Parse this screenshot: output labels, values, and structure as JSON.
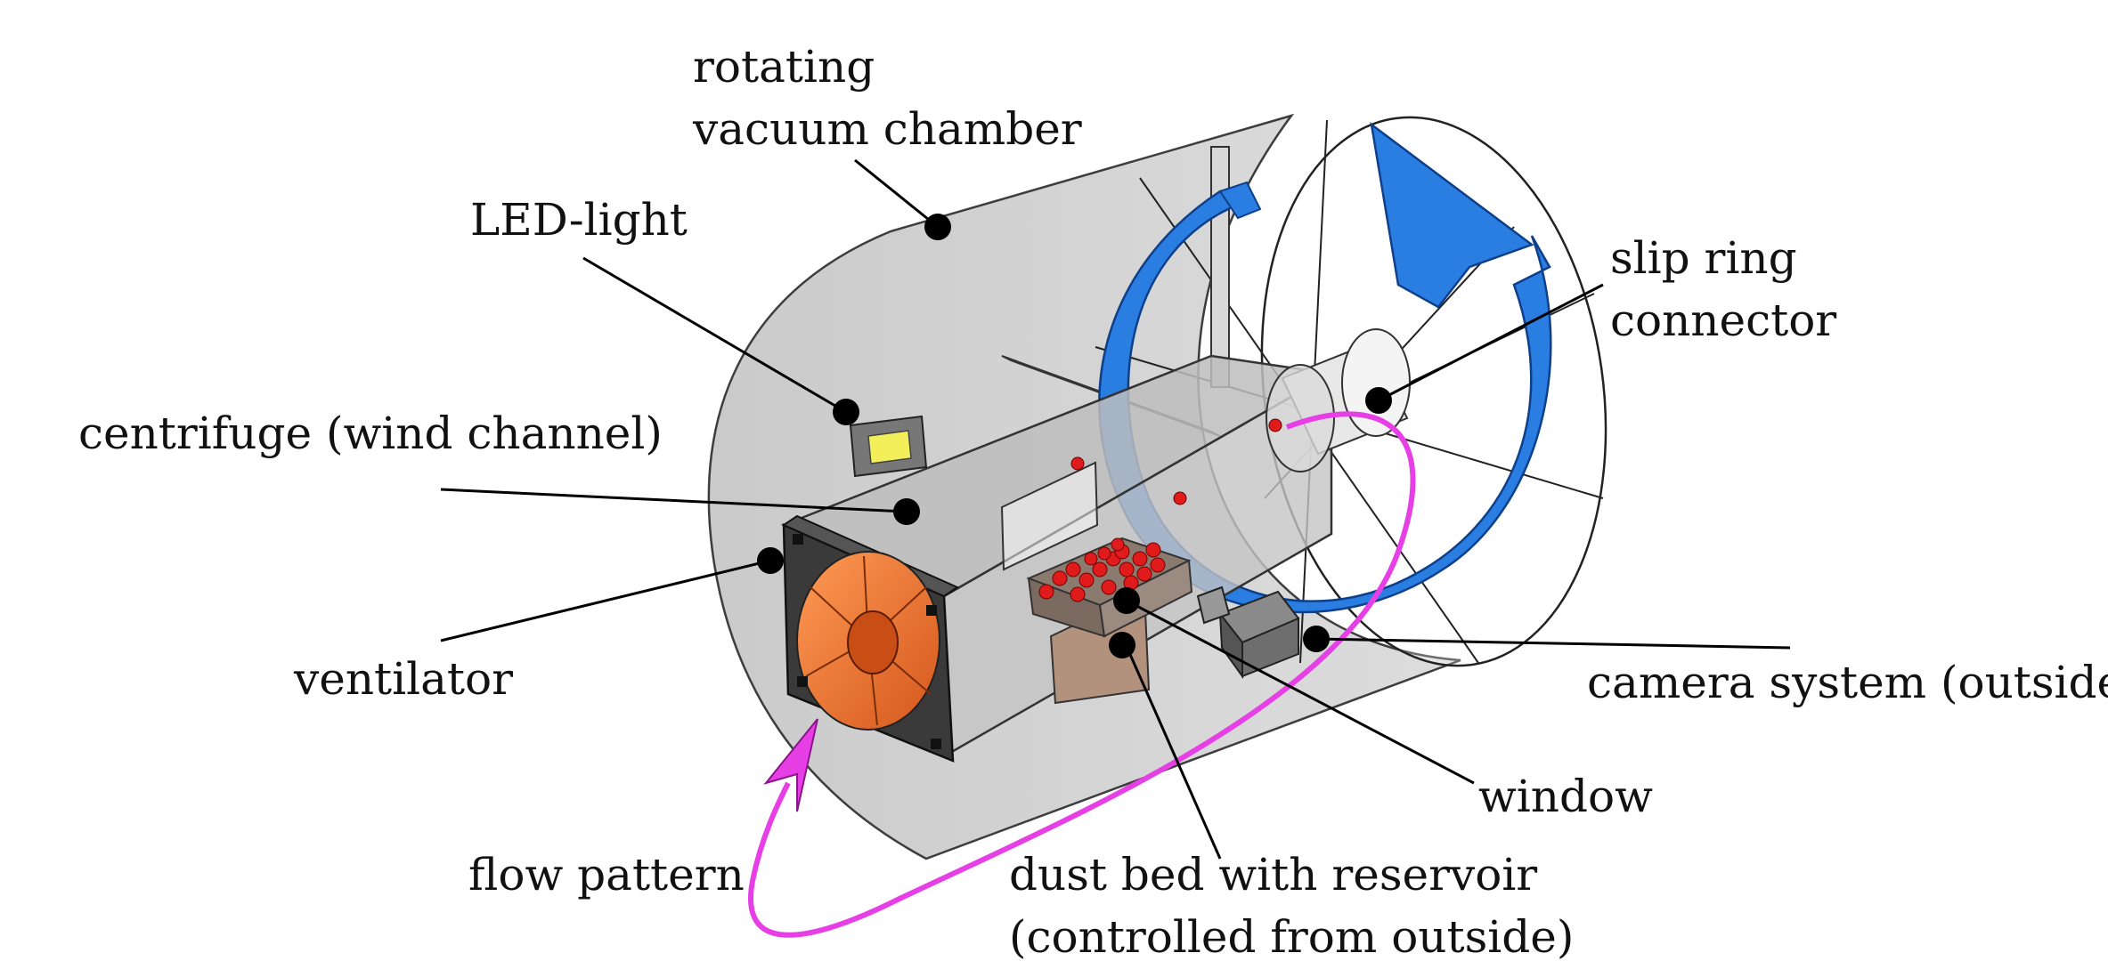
{
  "colors": {
    "chamber_fill": "#cfcfcf",
    "chamber_edge": "#333333",
    "arrow_blue": "#2a7de1",
    "flow_magenta": "#e63fe6",
    "fan_orange": "#f07a33",
    "particle_red": "#e01b1b",
    "led_yellow": "#f2ef5a",
    "leader_line": "#000000"
  },
  "labels": {
    "rotating_chamber": [
      "rotating",
      "vacuum chamber"
    ],
    "led_light": "LED-light",
    "centrifuge": "centrifuge (wind channel)",
    "ventilator": "ventilator",
    "flow_pattern": "flow pattern",
    "dust_bed": [
      "dust bed with reservoir",
      "(controlled from outside)"
    ],
    "window": "window",
    "camera_system": "camera system (outside)",
    "slip_ring": [
      "slip ring",
      "connector"
    ]
  },
  "icons": {
    "rotation_arrow": "curved-rotation-arrow",
    "flow_arrow": "curved-flow-arrow",
    "fan": "fan-icon",
    "camera": "camera-icon",
    "led": "led-light-icon"
  }
}
